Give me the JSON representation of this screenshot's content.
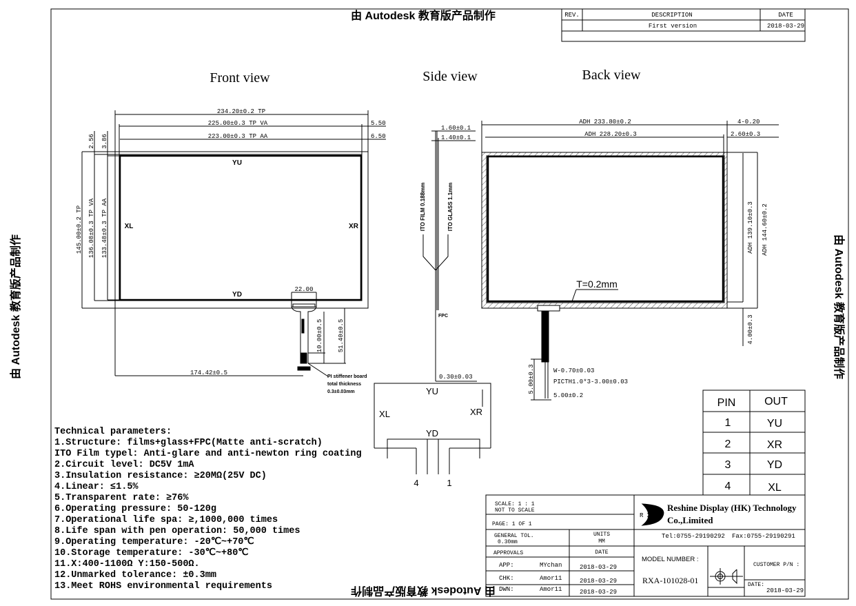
{
  "watermark": "由 Autodesk 教育版产品制作",
  "revision": {
    "headers": [
      "REV.",
      "DESCRIPTION",
      "DATE"
    ],
    "row": {
      "rev": "",
      "description": "First version",
      "date": "2018-03-29"
    }
  },
  "views": {
    "front": "Front view",
    "side": "Side view",
    "back": "Back view"
  },
  "front_view": {
    "dim_tp_width": "234.20±0.2 TP",
    "dim_va_width": "225.00±0.3 TP VA",
    "dim_aa_width": "223.00±0.3 TP AA",
    "dim_right_va": "5.50",
    "dim_right_aa": "6.50",
    "dim_top_va": "2.56",
    "dim_top_aa": "3.86",
    "dim_tp_height": "145.00±0.2 TP",
    "dim_va_height": "136.08±0.3 TP VA",
    "dim_aa_height": "133.48±0.3 TP AA",
    "label_yu": "YU",
    "label_xl": "XL",
    "label_xr": "XR",
    "label_yd": "YD",
    "dim_fpc_width": "22.00",
    "dim_fpc_stiffener": "10.00±0.5",
    "dim_fpc_length": "51.40±0.5",
    "dim_fpc_offset": "174.42±0.5",
    "stiffener_note": [
      "PI stiffener board",
      "total thickness",
      "0.3±0.03mm"
    ]
  },
  "side_view": {
    "dim_total": "1.60±0.1",
    "dim_glass": "1.40±0.1",
    "ito_film": "ITO FILM 0.188mm",
    "ito_glass": "ITO GLASS 1.1mm",
    "fpc_note": "FPC",
    "dim_fpc_thickness": "0.30±0.03"
  },
  "back_view": {
    "dim_adh_outer": "ADH 233.80±0.2",
    "dim_adh_inner": "ADH 228.20±0.3",
    "dim_corner": "4-0.20",
    "dim_border": "2.60±0.3",
    "dim_adh_inner_h": "ADH 139.10±0.3",
    "dim_adh_outer_h": "ADH 144.60±0.2",
    "dim_bottom": "4.00±0.3",
    "tape_thickness": "T=0.2mm",
    "dim_pin_width": "W-0.70±0.03",
    "dim_pitch": "PICTH1.0*3-3.00±0.03",
    "dim_finger_len": "5.00±0.2",
    "dim_stiff_len": "5.00±0.3"
  },
  "pin_diagram": {
    "yu": "YU",
    "xl": "XL",
    "xr": "XR",
    "yd": "YD",
    "pin_left": "4",
    "pin_right": "1"
  },
  "pin_table": {
    "headers": [
      "PIN",
      "OUT"
    ],
    "rows": [
      [
        "1",
        "YU"
      ],
      [
        "2",
        "XR"
      ],
      [
        "3",
        "YD"
      ],
      [
        "4",
        "XL"
      ]
    ]
  },
  "tech_params": [
    "Technical parameters:",
    "1.Structure: films+glass+FPC(Matte anti-scratch)",
    "ITO Film typel: Anti-glare and anti-newton ring coating",
    "2.Circuit level: DC5V 1mA",
    "3.Insulation resistance: ≥20MΩ(25V DC)",
    "4.Linear: ≤1.5%",
    "5.Transparent rate: ≥76%",
    "6.Operating pressure: 50-120g",
    "7.Operational life spa: ≥,1000,000 times",
    "8.Life span with pen operation: 50,000 times",
    "9.Operating temperature: -20℃~+70℃",
    "10.Storage temperature: -30℃~+80℃",
    "11.X:400-1100Ω  Y:150-500Ω.",
    "12.Unmarked tolerance: ±0.3mm",
    "13.Meet ROHS environmental requirements"
  ],
  "title_block": {
    "scale": "SCALE: 1 : 1",
    "not_to_scale": "NOT TO SCALE",
    "page": "PAGE: 1 OF 1",
    "general_tol_label": "GENERAL TOL.",
    "general_tol_value": "0.30mm",
    "units_label": "UNITS",
    "units_value": "MM",
    "approvals": "APPROVALS",
    "date_label": "DATE",
    "approvers": [
      {
        "role": "APP:",
        "name": "MYchan",
        "date": "2018-03-29"
      },
      {
        "role": "CHK:",
        "name": "Amor11",
        "date": "2018-03-29"
      },
      {
        "role": "DWN:",
        "name": "Amor11",
        "date": "2018-03-29"
      }
    ],
    "logo_text": "R X",
    "company_line1": "Reshine Display (HK) Technology",
    "company_line2": "Co.,Limited",
    "tel": "Tel:0755-29190292",
    "fax": "Fax:0755-29190291",
    "model_label": "MODEL NUMBER :",
    "model_number": "RXA-101028-01",
    "customer_pn": "CUSTOMER P/N :",
    "date_field_label": "DATE:",
    "date_field_value": "2018-03-29"
  }
}
